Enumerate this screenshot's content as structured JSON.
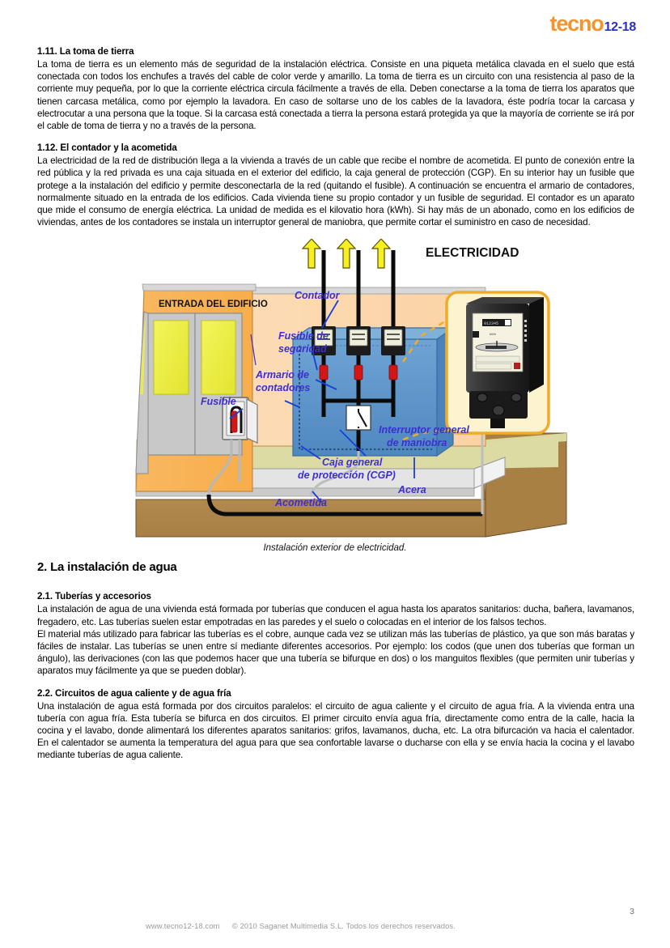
{
  "logo": {
    "word": "tecno",
    "numbers": "12-18",
    "word_color": "#f2952e",
    "numbers_color": "#2b2fc0"
  },
  "sections": [
    {
      "id": "toma-de-tierra",
      "heading": "1.11. La toma de tierra",
      "paragraphs": [
        "La toma de tierra es un elemento más de seguridad de la instalación eléctrica. Consiste en una piqueta metálica clavada en el suelo que está conectada con todos los enchufes a través del cable de color verde y amarillo. La toma de tierra es un circuito con una resistencia al paso de la corriente muy pequeña, por lo que la corriente eléctrica circula fácilmente a través de ella. Deben conectarse a la toma de tierra los aparatos que tienen carcasa metálica, como por ejemplo la lavadora. En caso de soltarse uno de los cables de la lavadora, éste podría tocar la carcasa y electrocutar a una persona que la toque. Si la carcasa está conectada a tierra la persona estará protegida ya que la mayoría de corriente se irá por el cable de toma de tierra y no a través de la persona."
      ]
    },
    {
      "id": "contador-acometida",
      "heading": "1.12. El contador y la acometida",
      "paragraphs": [
        "La electricidad de la red de distribución llega a la vivienda a través de un cable que recibe el nombre de acometida. El punto de conexión entre la red pública y la red privada es una caja situada en el exterior del edificio, la caja general de protección (CGP). En su interior hay un fusible que protege a la instalación del edificio y permite desconectarla de la red (quitando el fusible). A continuación se encuentra el armario de contadores, normalmente situado en la entrada de los edificios. Cada vivienda tiene su propio contador y un fusible de seguridad. El contador es un aparato que mide el consumo de energía eléctrica. La unidad de medida es el kilovatio hora (kWh).  Si hay más de un abonado, como en los edificios de viviendas, antes de los contadores se instala un interruptor general de maniobra, que permite cortar el suministro en caso de necesidad."
      ]
    }
  ],
  "figure": {
    "caption": "Instalación exterior de electricidad.",
    "labels": {
      "building_entrance": "ENTRADA DEL EDIFICIO",
      "electricity": "ELECTRICIDAD",
      "contador": "Contador",
      "fusible_seguridad_line1": "Fusible de",
      "fusible_seguridad_line2": "seguridad",
      "armario_line1": "Armario de",
      "armario_line2": "contadores",
      "fusible": "Fusible",
      "caja_general_line1": "Caja general",
      "caja_general_line2": "de protección (CGP)",
      "acometida": "Acometida",
      "interruptor_line1": "Interruptor general",
      "interruptor_line2": "de maniobra",
      "acera": "Acera"
    },
    "colors": {
      "label_blue": "#3b2fd0",
      "leader_blue": "#1a3fd8",
      "wall_orange": "#f7ae4d",
      "wall_light": "#fcd9b0",
      "cabinet_blue": "#5b93c8",
      "door_yellow": "#edef4a",
      "ground_brown": "#b99157",
      "sidewalk_gray": "#d8d8d8",
      "arrow_yellow": "#f7f024",
      "meter_box_fill": "#fdf5d2",
      "meter_box_border": "#f0ab2a"
    }
  },
  "section2": {
    "heading": "2. La instalación de agua",
    "subsections": [
      {
        "id": "tuberias-accesorios",
        "heading": "2.1. Tuberías y accesorios",
        "paragraphs": [
          "La instalación de agua de una vivienda está formada por tuberías que conducen el agua hasta los aparatos sanitarios: ducha, bañera, lavamanos, fregadero, etc. Las tuberías suelen estar empotradas en las paredes y el suelo o colocadas en el interior de los falsos techos.",
          "El material más utilizado para fabricar las tuberías es el cobre, aunque cada vez se utilizan más las tuberías de plástico, ya que son más baratas y fáciles de instalar. Las tuberías se unen entre sí mediante diferentes accesorios. Por ejemplo: los codos (que unen dos tuberías que forman un ángulo), las derivaciones (con las que podemos hacer que una tubería se bifurque en dos) o los manguitos flexibles (que permiten unir tuberías y aparatos muy fácilmente ya que se pueden doblar)."
        ]
      },
      {
        "id": "circuitos-agua",
        "heading": "2.2. Circuitos de agua caliente y de agua fría",
        "paragraphs": [
          "Una instalación de agua está formada por dos circuitos paralelos: el circuito de agua caliente y el circuito de agua fría. A la vivienda entra una tubería con agua fría. Esta tubería se bifurca en dos circuitos. El primer circuito envía agua fría, directamente como entra de la calle, hacia la cocina y el lavabo, donde alimentará los diferentes aparatos sanitarios: grifos, lavamanos, ducha, etc. La otra bifurcación va hacia el calentador. En el calentador se aumenta la temperatura del agua para que sea confortable lavarse o ducharse con ella y se envía hacia la cocina y el lavabo mediante tuberías de agua caliente."
        ]
      }
    ]
  },
  "footer": {
    "website": "www.tecno12-18.com",
    "copyright": "© 2010 Saganet Multimedia S.L. Todos los derechos reservados.",
    "page_number": "3"
  }
}
